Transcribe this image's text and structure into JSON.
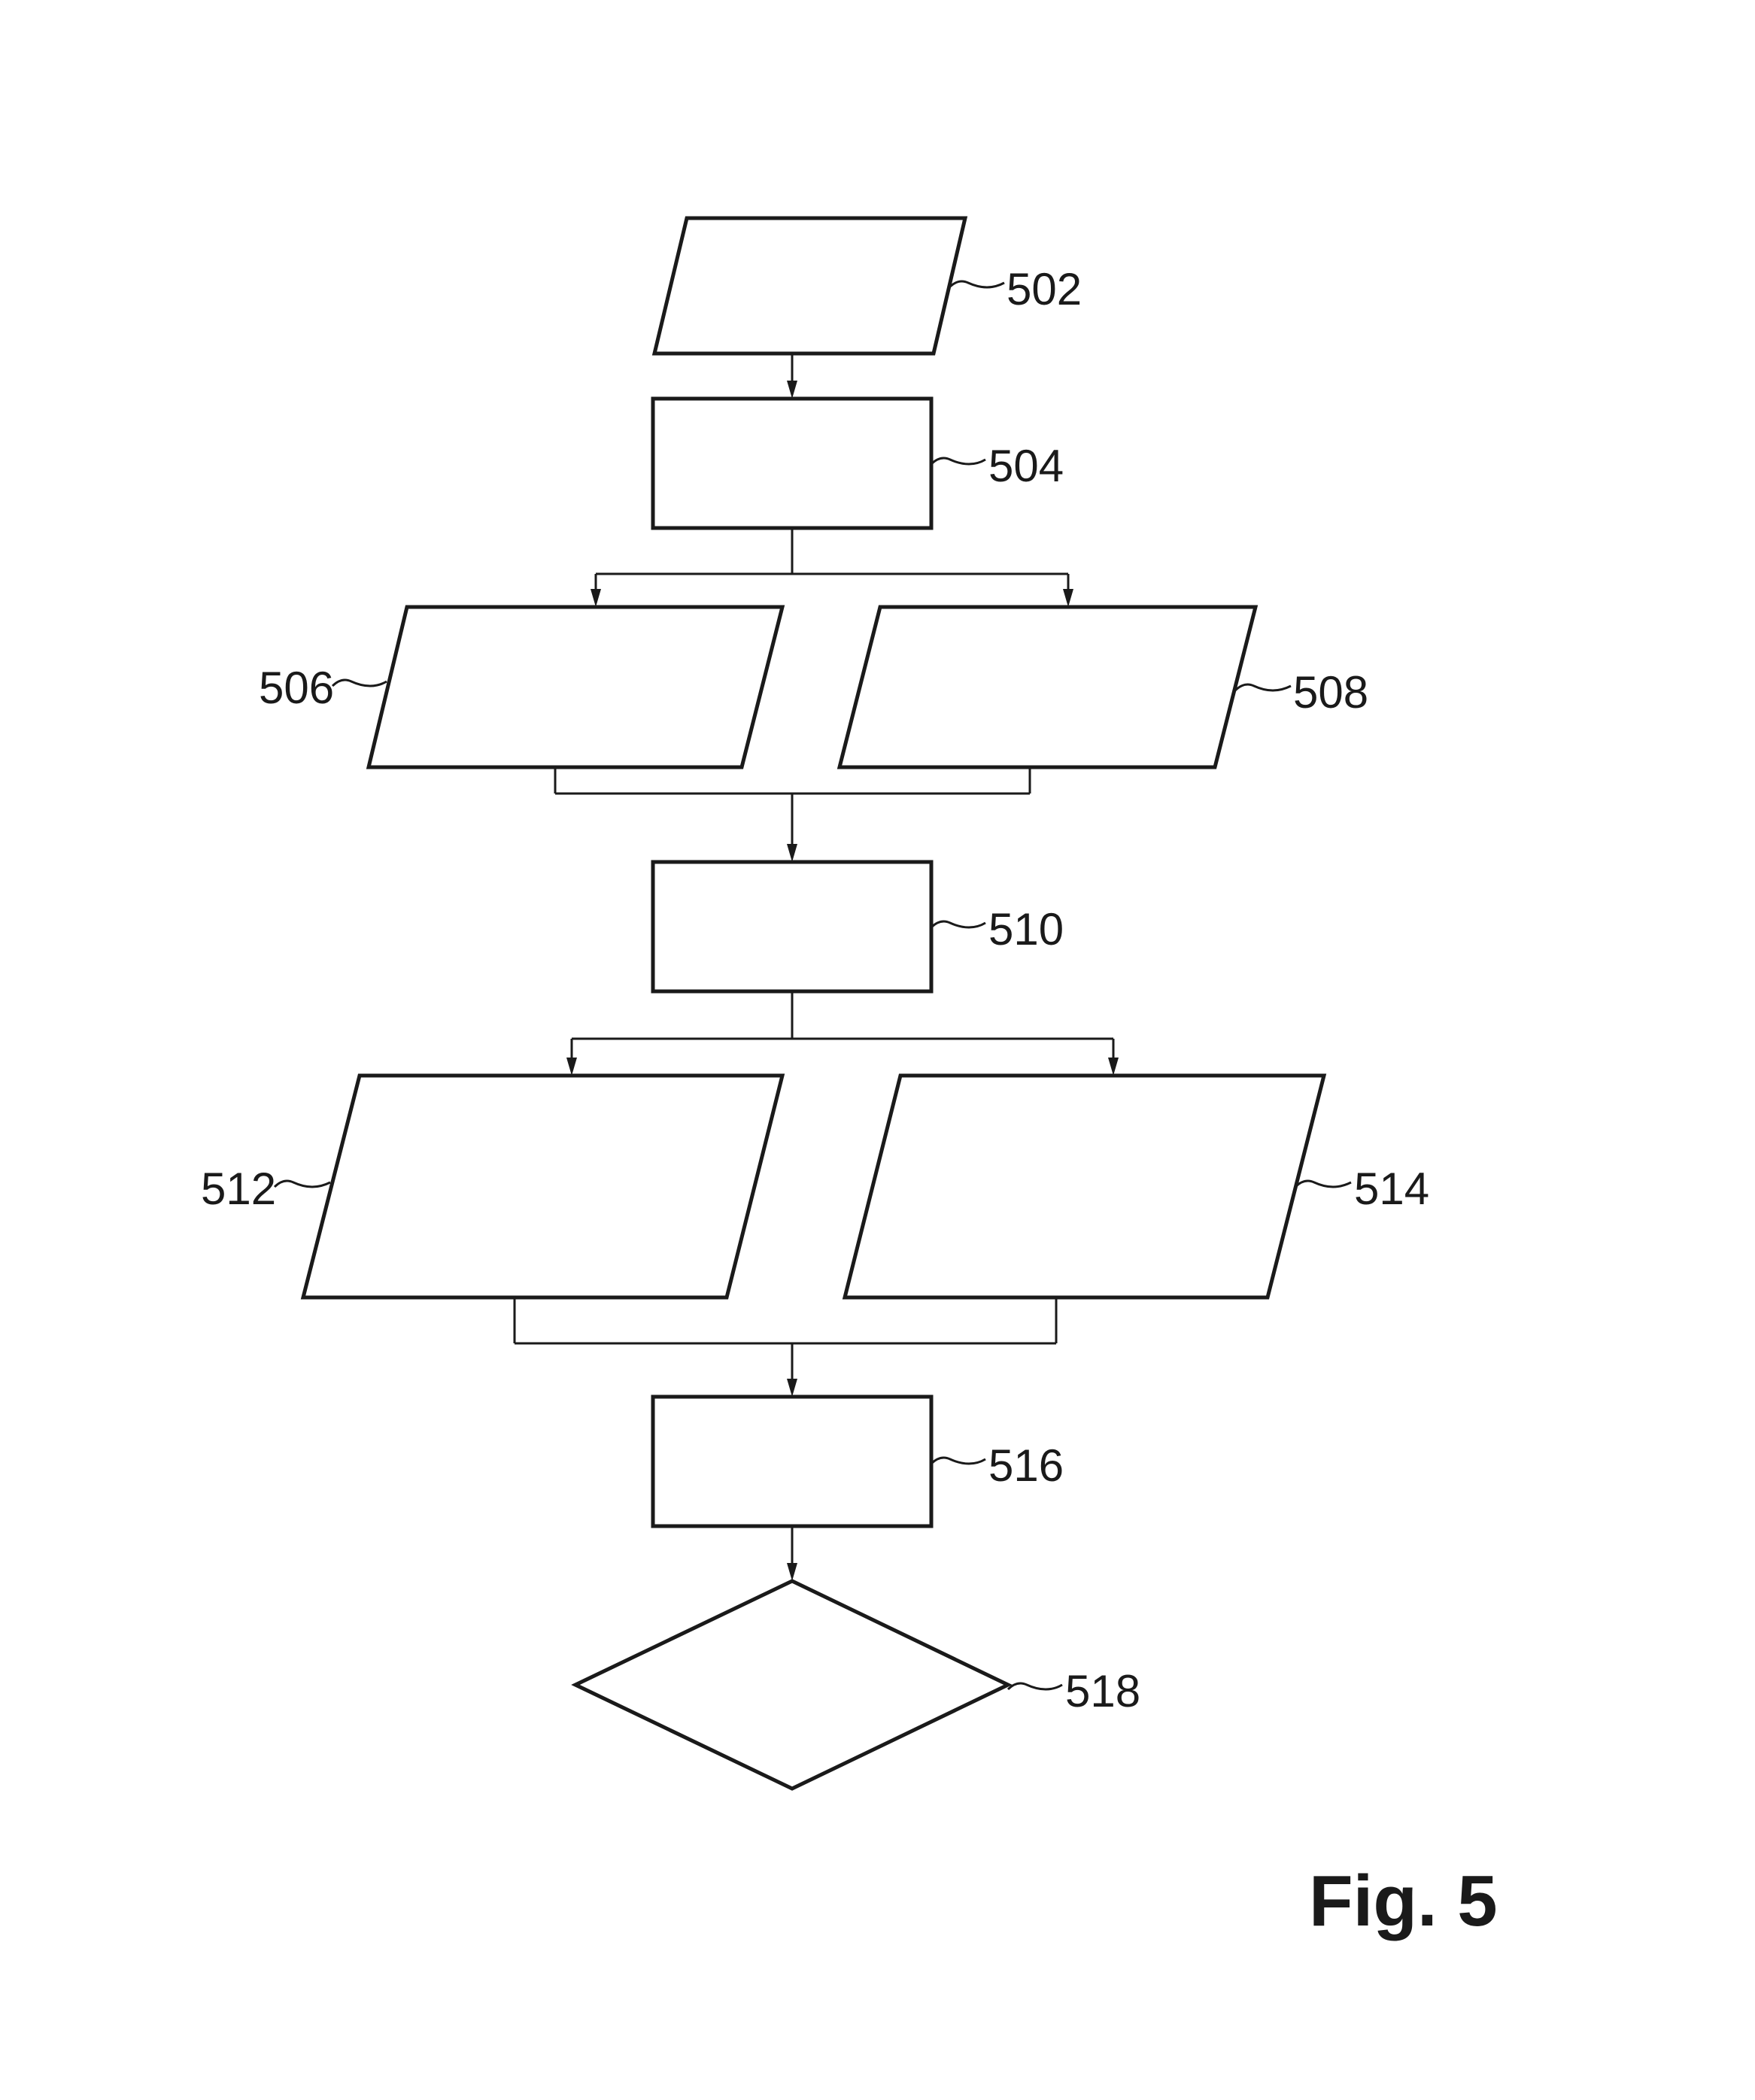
{
  "figure": {
    "caption": "Fig. 5",
    "nodes": [
      {
        "id": "502",
        "shape": "parallelogram",
        "label": "502"
      },
      {
        "id": "504",
        "shape": "rectangle",
        "label": "504"
      },
      {
        "id": "506",
        "shape": "parallelogram",
        "label": "506"
      },
      {
        "id": "508",
        "shape": "parallelogram",
        "label": "508"
      },
      {
        "id": "510",
        "shape": "rectangle",
        "label": "510"
      },
      {
        "id": "512",
        "shape": "parallelogram",
        "label": "512"
      },
      {
        "id": "514",
        "shape": "parallelogram",
        "label": "514"
      },
      {
        "id": "516",
        "shape": "rectangle",
        "label": "516"
      },
      {
        "id": "518",
        "shape": "diamond",
        "label": "518"
      }
    ],
    "edges": [
      {
        "from": "502",
        "to": "504"
      },
      {
        "from": "504",
        "to": "506"
      },
      {
        "from": "504",
        "to": "508"
      },
      {
        "from": "506",
        "to": "510"
      },
      {
        "from": "508",
        "to": "510"
      },
      {
        "from": "510",
        "to": "512"
      },
      {
        "from": "510",
        "to": "514"
      },
      {
        "from": "512",
        "to": "516"
      },
      {
        "from": "514",
        "to": "516"
      },
      {
        "from": "516",
        "to": "518"
      }
    ]
  }
}
